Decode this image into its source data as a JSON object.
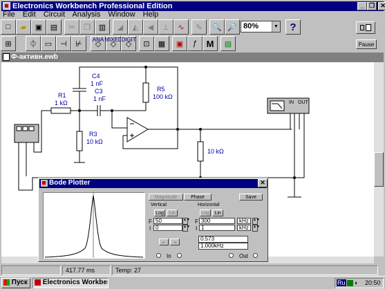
{
  "app": {
    "title": "Electronics Workbench Professional Edition",
    "window_buttons": [
      "_",
      "❐",
      "✕"
    ]
  },
  "menu": [
    "File",
    "Edit",
    "Circuit",
    "Analysis",
    "Window",
    "Help"
  ],
  "toolbar": {
    "zoom_value": "80%",
    "help_label": "?",
    "pause_label": "Pause"
  },
  "parts_bin": {
    "digital_labels": [
      "ANA",
      "MIXED",
      "DIGIT"
    ],
    "misc_label": "M"
  },
  "document": {
    "title": "Ф-активн.ewb",
    "components": {
      "c4": {
        "name": "C4",
        "value": "1 nF"
      },
      "c3": {
        "name": "C3",
        "value": "1 nF"
      },
      "r1": {
        "name": "R1",
        "value": "1 kΩ"
      },
      "r5": {
        "name": "R5",
        "value": "100 kΩ"
      },
      "r3": {
        "name": "R3",
        "value": "10 kΩ"
      },
      "rload": {
        "name": "",
        "value": "10 kΩ"
      },
      "scope_in": "IN",
      "scope_out": "OUT"
    }
  },
  "bode": {
    "title": "Bode Plotter",
    "mode_magnitude": "Magnitude",
    "mode_phase": "Phase",
    "save": "Save",
    "vertical_label": "Vertical",
    "horizontal_label": "Horizontal",
    "log": "Log",
    "lin": "Lin",
    "v_f_value": "50",
    "v_i_value": "0",
    "h_f_value": "300",
    "h_i_value": "1",
    "h_f_unit": "kHz",
    "h_i_unit": "kHz",
    "f_label": "F",
    "i_label": "I",
    "readout_value": "0.573",
    "readout_freq": "1.000kHz",
    "in_label": "In",
    "out_label": "Out"
  },
  "status": {
    "time": "417.77 ms",
    "temp": "Temp: 27"
  },
  "taskbar": {
    "start": "Пуск",
    "task": "Electronics Workbench...",
    "lang": "Ru",
    "clock": "20:50"
  }
}
